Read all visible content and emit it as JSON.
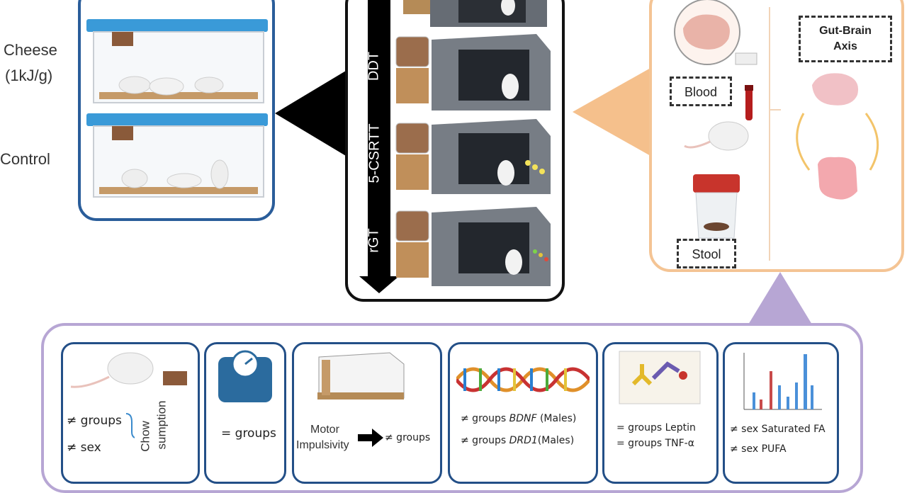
{
  "groups": {
    "cheese": "Cheese",
    "cheese_dose": "(1kJ/g)",
    "control": "Control"
  },
  "tasks": [
    "DDT",
    "5-CSRTT",
    "rGT"
  ],
  "samples": {
    "blood": "Blood",
    "stool": "Stool",
    "axis": [
      "Gut-Brain",
      "Axis"
    ]
  },
  "results": {
    "chow": {
      "groups": "≠ groups",
      "sex": "≠ sex",
      "label": [
        "Chow",
        "sumption"
      ]
    },
    "weight": {
      "groups": "= groups"
    },
    "motor": {
      "label1": "Motor",
      "label2": "Impulsivity",
      "result": "≠ groups"
    },
    "genes": {
      "bdnf": {
        "prefix": "≠ groups ",
        "gene": "BDNF",
        "suffix": " (Males)"
      },
      "drd1": {
        "prefix": "≠ groups ",
        "gene": "DRD1",
        "suffix": "(Males)"
      }
    },
    "cytokines": {
      "leptin": "= groups Leptin",
      "tnf": "= groups TNF-α"
    },
    "fatty_acids": {
      "sat": "≠ sex Saturated FA",
      "pufa": "≠ sex PUFA"
    }
  },
  "colors": {
    "cage_border": "#2a5d9a",
    "cage_lid": "#3a9ad8",
    "task_border": "#111111",
    "bio_border": "#f4c494",
    "bottom_border": "#b7a6d4",
    "card_border": "#234f87"
  },
  "icons": [
    "rat-icon",
    "cage-icon",
    "operant-box-icon",
    "brain-icon",
    "intestine-icon",
    "blood-tube-icon",
    "stool-cup-icon",
    "scale-icon",
    "dna-icon",
    "antibody-icon",
    "bar-chart-icon",
    "arrow-right-icon",
    "arrow-down-icon"
  ]
}
